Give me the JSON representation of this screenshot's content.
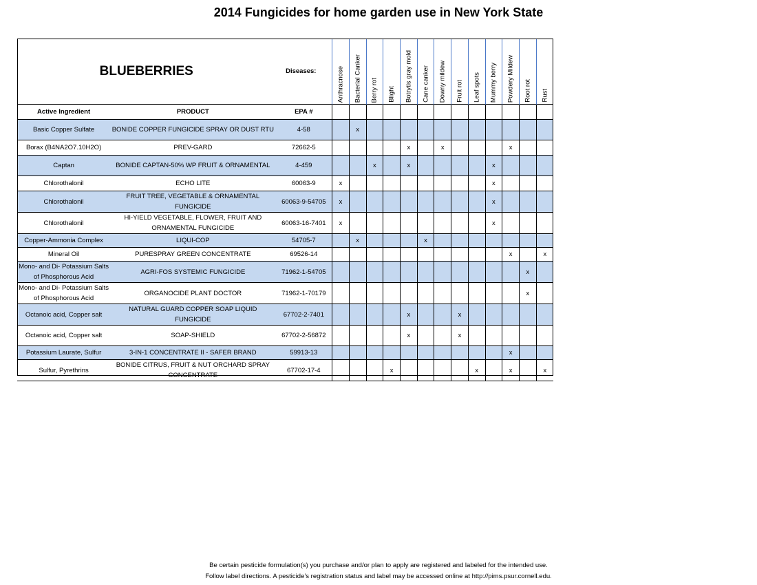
{
  "doc_title": "2014 Fungicides for home garden use in New York State",
  "crop": "BLUEBERRIES",
  "diseases_label": "Diseases:",
  "headers": {
    "active_ingredient": "Active Ingredient",
    "product": "PRODUCT",
    "epa": "EPA #"
  },
  "diseases": [
    "Anthracnose",
    "Bacterial Canker",
    "Berry rot",
    "Blight",
    "Botrytis gray mold",
    "Cane canker",
    "Downy mildew",
    "Fruit rot",
    "Leaf spots",
    "Mummy berry",
    "Powdery Mildew",
    "Root rot",
    "Rust"
  ],
  "mark": "x",
  "rows": [
    {
      "ingredient": "Basic Copper Sulfate",
      "product": "BONIDE COPPER FUNGICIDE SPRAY OR DUST RTU",
      "epa": "4-58",
      "marks": [
        1
      ],
      "shaded": true,
      "h": "h30"
    },
    {
      "ingredient": "Borax (B4NA2O7.10H2O)",
      "product": "PREV-GARD",
      "epa": "72662-5",
      "marks": [
        4,
        6,
        10
      ],
      "shaded": false,
      "h": "h22"
    },
    {
      "ingredient": "Captan",
      "product": "BONIDE CAPTAN-50% WP FRUIT & ORNAMENTAL",
      "epa": "4-459",
      "marks": [
        2,
        4,
        9
      ],
      "shaded": true,
      "h": "h30"
    },
    {
      "ingredient": "Chlorothalonil",
      "product": "ECHO LITE",
      "epa": "60063-9",
      "marks": [
        0,
        9
      ],
      "shaded": false,
      "h": "h22"
    },
    {
      "ingredient": "Chlorothalonil",
      "product": "FRUIT TREE, VEGETABLE & ORNAMENTAL FUNGICIDE",
      "epa": "60063-9-54705",
      "marks": [
        0,
        9
      ],
      "shaded": true,
      "h": "h30"
    },
    {
      "ingredient": "Chlorothalonil",
      "product": "HI-YIELD VEGETABLE, FLOWER, FRUIT AND ORNAMENTAL FUNGICIDE",
      "epa": "60063-16-7401",
      "marks": [
        0,
        9
      ],
      "shaded": false,
      "h": "h30"
    },
    {
      "ingredient": "Copper-Ammonia Complex",
      "product": "LIQUI-COP",
      "epa": "54705-7",
      "marks": [
        1,
        5
      ],
      "shaded": true,
      "h": "h18"
    },
    {
      "ingredient": "Mineral Oil",
      "product": "PURESPRAY GREEN CONCENTRATE",
      "epa": "69526-14",
      "marks": [
        10,
        12
      ],
      "shaded": false,
      "h": "h18"
    },
    {
      "ingredient": "Mono- and Di- Potassium Salts of Phosphorous Acid",
      "product": "AGRI-FOS SYSTEMIC FUNGICIDE",
      "epa": "71962-1-54705",
      "marks": [
        11
      ],
      "shaded": true,
      "h": "h30"
    },
    {
      "ingredient": "Mono- and Di- Potassium Salts of Phosphorous Acid",
      "product": "ORGANOCIDE PLANT DOCTOR",
      "epa": "71962-1-70179",
      "marks": [
        11
      ],
      "shaded": false,
      "h": "h30"
    },
    {
      "ingredient": "Octanoic acid, Copper salt",
      "product": "NATURAL GUARD COPPER SOAP LIQUID FUNGICIDE",
      "epa": "67702-2-7401",
      "marks": [
        4,
        7
      ],
      "shaded": true,
      "h": "h30"
    },
    {
      "ingredient": "Octanoic acid, Copper salt",
      "product": "SOAP-SHIELD",
      "epa": "67702-2-56872",
      "marks": [
        4,
        7
      ],
      "shaded": false,
      "h": "h30"
    },
    {
      "ingredient": "Potassium Laurate, Sulfur",
      "product": "3-IN-1 CONCENTRATE II - SAFER BRAND",
      "epa": "59913-13",
      "marks": [
        10
      ],
      "shaded": true,
      "h": "h18"
    },
    {
      "ingredient": "Sulfur, Pyrethrins",
      "product": "BONIDE CITRUS, FRUIT & NUT ORCHARD SPRAY CONCENTRATE",
      "epa": "67702-17-4",
      "marks": [
        3,
        8,
        10,
        12
      ],
      "shaded": false,
      "h": "h30"
    }
  ],
  "footer": {
    "line1": "Be certain pesticide formulation(s) you purchase and/or plan to apply are registered and labeled for the intended use.",
    "line2": "Follow label directions. A pesticide’s registration status and label may be accessed online at http://pims.psur.cornell.edu."
  }
}
